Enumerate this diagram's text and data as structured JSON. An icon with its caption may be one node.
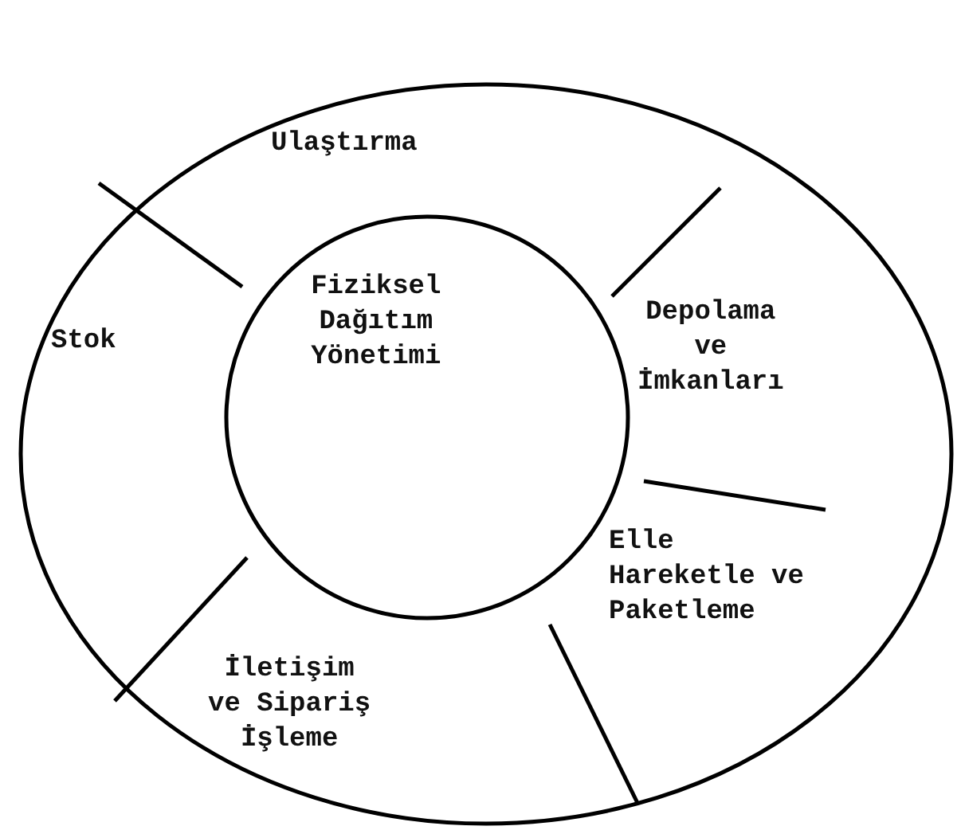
{
  "diagram": {
    "nodes": [
      {
        "text": [
          "Fiziksel Dağıtım Yönetimi"
        ]
      },
      {
        "text": [
          "Ulaştırma"
        ]
      },
      {
        "text": [
          "Depolama ve İmkanları"
        ]
      },
      {
        "text": [
          "Elle Hareketle ve Paketleme"
        ]
      },
      {
        "text": [
          "İletişim ve Sipariş İşleme"
        ]
      },
      {
        "text": [
          "Stok"
        ]
      }
    ],
    "edges": []
  }
}
